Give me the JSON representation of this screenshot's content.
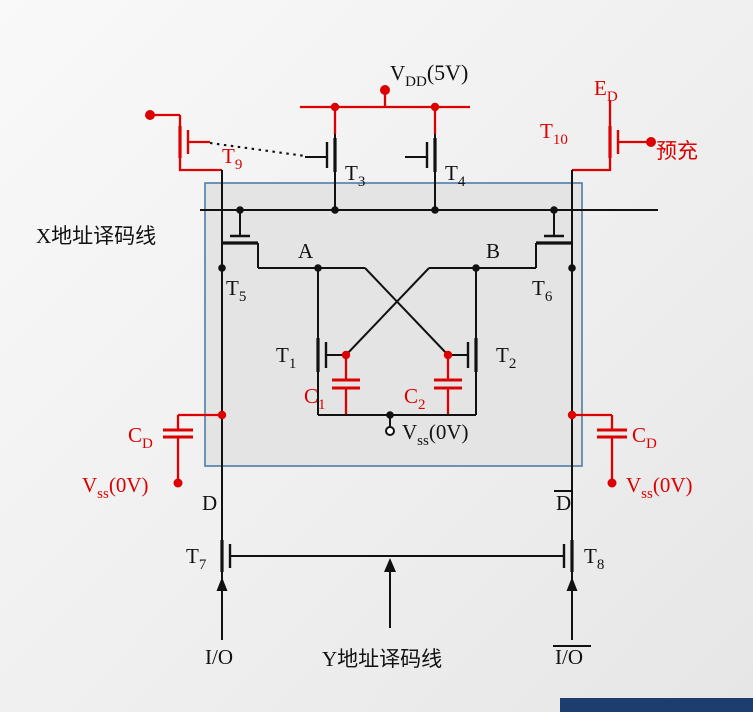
{
  "labels": {
    "vdd": {
      "base": "V",
      "sub": "DD",
      "suffix": "(5V)"
    },
    "ed": {
      "base": "E",
      "sub": "D"
    },
    "precharge": "预充",
    "x_decode": "X地址译码线",
    "y_decode": "Y地址译码线",
    "vss_center": {
      "base": "V",
      "sub": "ss",
      "suffix": "(0V)"
    },
    "vss_left": {
      "base": "V",
      "sub": "ss",
      "suffix": "(0V)"
    },
    "vss_right": {
      "base": "V",
      "sub": "ss",
      "suffix": "(0V)"
    },
    "node_a": "A",
    "node_b": "B",
    "bitline_d": "D",
    "bitline_d_bar": "D",
    "io": "I/O",
    "io_bar": "I/O"
  },
  "transistors": {
    "t1": {
      "base": "T",
      "sub": "1"
    },
    "t2": {
      "base": "T",
      "sub": "2"
    },
    "t3": {
      "base": "T",
      "sub": "3"
    },
    "t4": {
      "base": "T",
      "sub": "4"
    },
    "t5": {
      "base": "T",
      "sub": "5"
    },
    "t6": {
      "base": "T",
      "sub": "6"
    },
    "t7": {
      "base": "T",
      "sub": "7"
    },
    "t8": {
      "base": "T",
      "sub": "8"
    },
    "t9": {
      "base": "T",
      "sub": "9"
    },
    "t10": {
      "base": "T",
      "sub": "10"
    }
  },
  "capacitors": {
    "c1": {
      "base": "C",
      "sub": "1"
    },
    "c2": {
      "base": "C",
      "sub": "2"
    },
    "cd_left": {
      "base": "C",
      "sub": "D"
    },
    "cd_right": {
      "base": "C",
      "sub": "D"
    }
  },
  "colors": {
    "accent_red": "#dd0000",
    "wire_black": "#111111",
    "cell_box_stroke": "#4f7cab",
    "cell_box_fill": "#e4e4e4",
    "footer_bar": "#1c3d6e"
  }
}
